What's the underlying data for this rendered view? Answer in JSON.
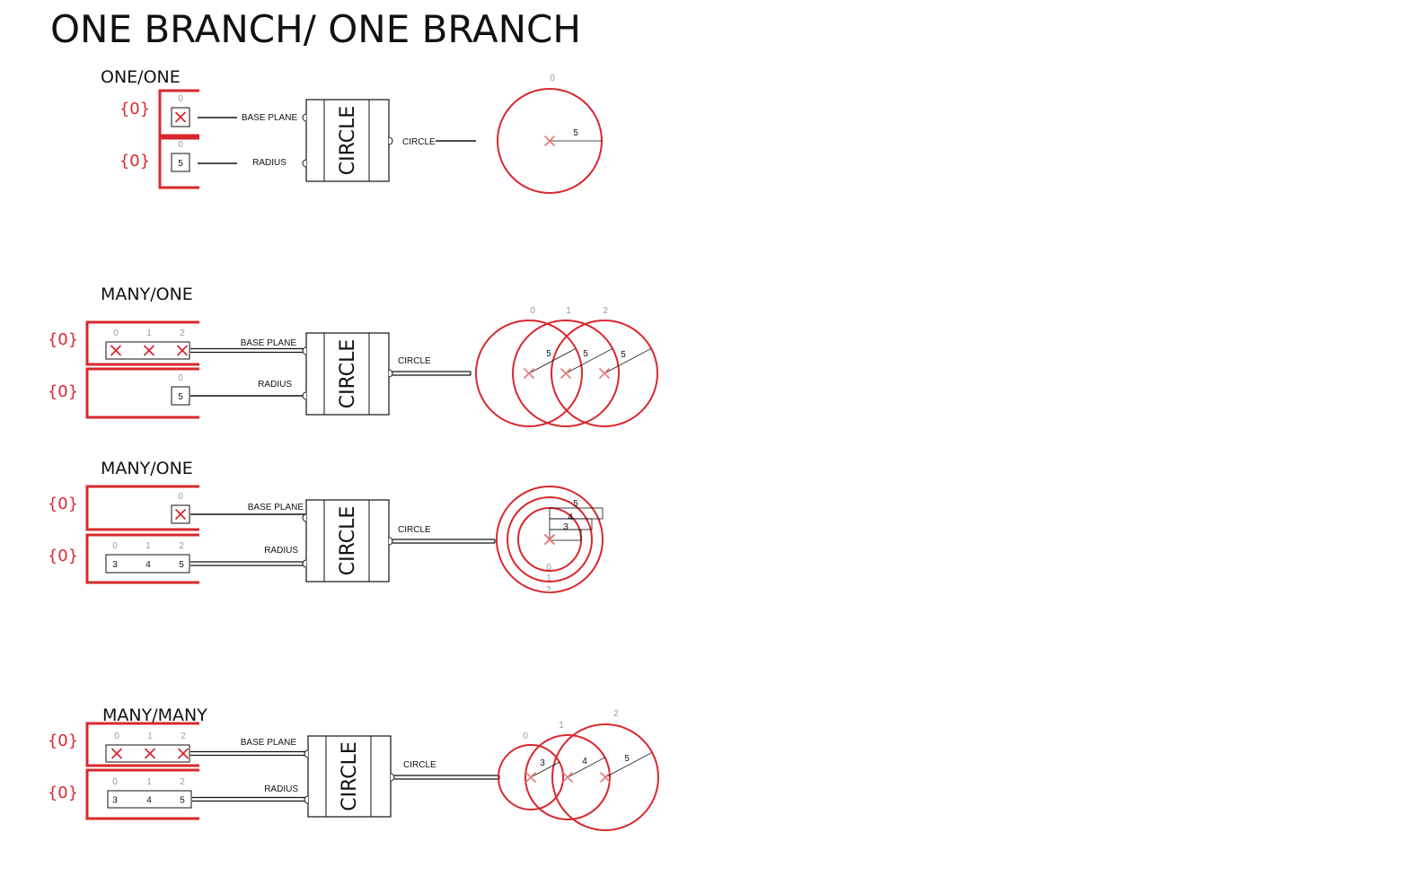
{
  "title": "ONE BRANCH/ ONE BRANCH",
  "colors": {
    "accent": "#d8282d",
    "line": "#111111",
    "index": "#999999",
    "center_mark": "#e07a7d"
  },
  "sections": [
    {
      "title": "ONE/ONE",
      "base": {
        "tree_label": "{0}",
        "indices": [
          "0"
        ],
        "items": [
          "x"
        ],
        "port_label": "BASE PLANE"
      },
      "radius": {
        "tree_label": "{0}",
        "indices": [
          "0"
        ],
        "items": [
          "5"
        ],
        "port_label": "RADIUS"
      },
      "component": "CIRCLE",
      "output": "CIRCLE",
      "circles": [
        {
          "index": "0",
          "radius_label": "5"
        }
      ]
    },
    {
      "title": "MANY/ONE",
      "base": {
        "tree_label": "{0}",
        "indices": [
          "0",
          "1",
          "2"
        ],
        "items": [
          "x",
          "x",
          "x"
        ],
        "port_label": "BASE PLANE"
      },
      "radius": {
        "tree_label": "{0}",
        "indices": [
          "0"
        ],
        "items": [
          "5"
        ],
        "port_label": "RADIUS"
      },
      "component": "CIRCLE",
      "output": "CIRCLE",
      "circles": [
        {
          "index": "0",
          "radius_label": "5"
        },
        {
          "index": "1",
          "radius_label": "5"
        },
        {
          "index": "2",
          "radius_label": "5"
        }
      ]
    },
    {
      "title": "MANY/ONE",
      "base": {
        "tree_label": "{0}",
        "indices": [
          "0"
        ],
        "items": [
          "x"
        ],
        "port_label": "BASE PLANE"
      },
      "radius": {
        "tree_label": "{0}",
        "indices": [
          "0",
          "1",
          "2"
        ],
        "items": [
          "3",
          "4",
          "5"
        ],
        "port_label": "RADIUS"
      },
      "component": "CIRCLE",
      "output": "CIRCLE",
      "circles": [
        {
          "index": "0",
          "radius_label": "3"
        },
        {
          "index": "1",
          "radius_label": "4"
        },
        {
          "index": "2",
          "radius_label": "5"
        }
      ]
    },
    {
      "title": "MANY/MANY",
      "base": {
        "tree_label": "{0}",
        "indices": [
          "0",
          "1",
          "2"
        ],
        "items": [
          "x",
          "x",
          "x"
        ],
        "port_label": "BASE PLANE"
      },
      "radius": {
        "tree_label": "{0}",
        "indices": [
          "0",
          "1",
          "2"
        ],
        "items": [
          "3",
          "4",
          "5"
        ],
        "port_label": "RADIUS"
      },
      "component": "CIRCLE",
      "output": "CIRCLE",
      "circles": [
        {
          "index": "0",
          "radius_label": "3"
        },
        {
          "index": "1",
          "radius_label": "4"
        },
        {
          "index": "2",
          "radius_label": "5"
        }
      ]
    }
  ]
}
